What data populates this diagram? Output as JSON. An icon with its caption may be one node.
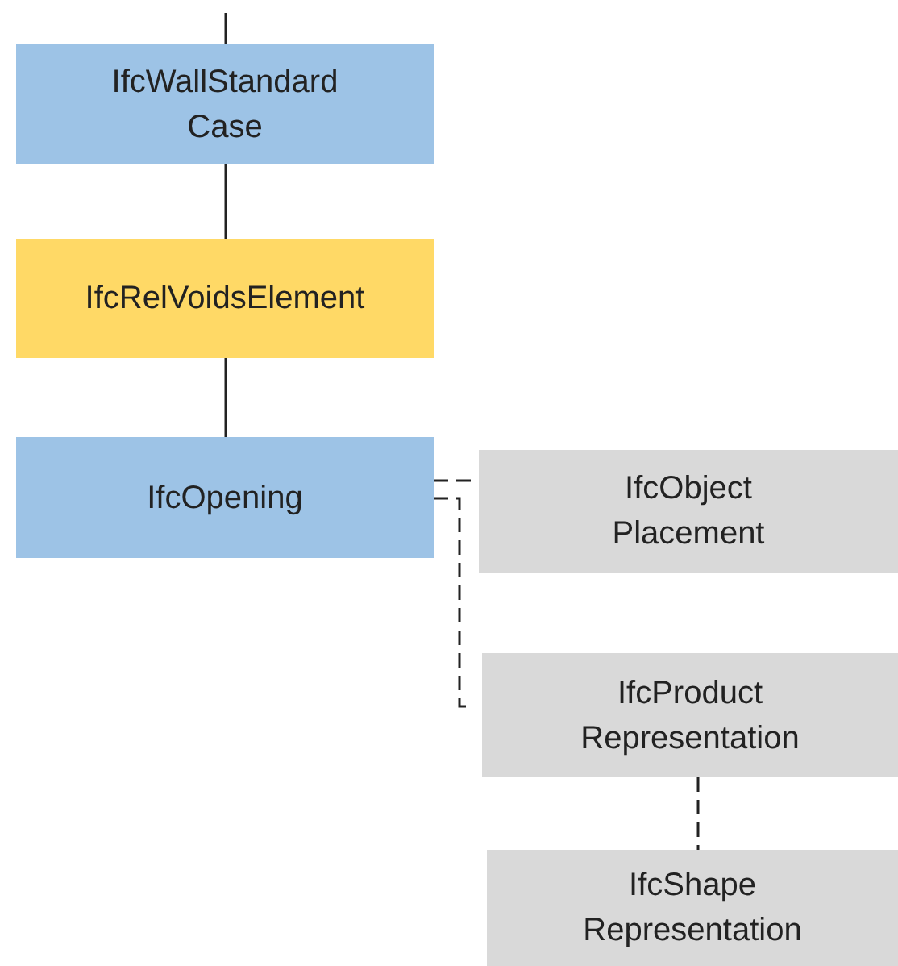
{
  "diagram": {
    "nodes": [
      {
        "text": [
          "IfcWallStandard Case"
        ]
      },
      {
        "text": [
          "IfcRelVoidsElement"
        ]
      },
      {
        "text": [
          "IfcOpening"
        ]
      },
      {
        "text": [
          "IfcObject Placement"
        ]
      },
      {
        "text": [
          "IfcProduct Representation"
        ]
      },
      {
        "text": [
          "IfcShape Representation"
        ]
      }
    ],
    "edges": [
      {
        "from": null,
        "to": 0,
        "arrow": "none"
      },
      {
        "from": 0,
        "to": 1,
        "arrow": "none"
      },
      {
        "from": 1,
        "to": 2,
        "arrow": "none"
      },
      {
        "from": 2,
        "to": 3,
        "arrow": "none",
        "style": "dashed"
      },
      {
        "from": 2,
        "to": 4,
        "arrow": "none",
        "style": "dashed"
      },
      {
        "from": 4,
        "to": 5,
        "arrow": "none",
        "style": "dashed"
      }
    ]
  }
}
